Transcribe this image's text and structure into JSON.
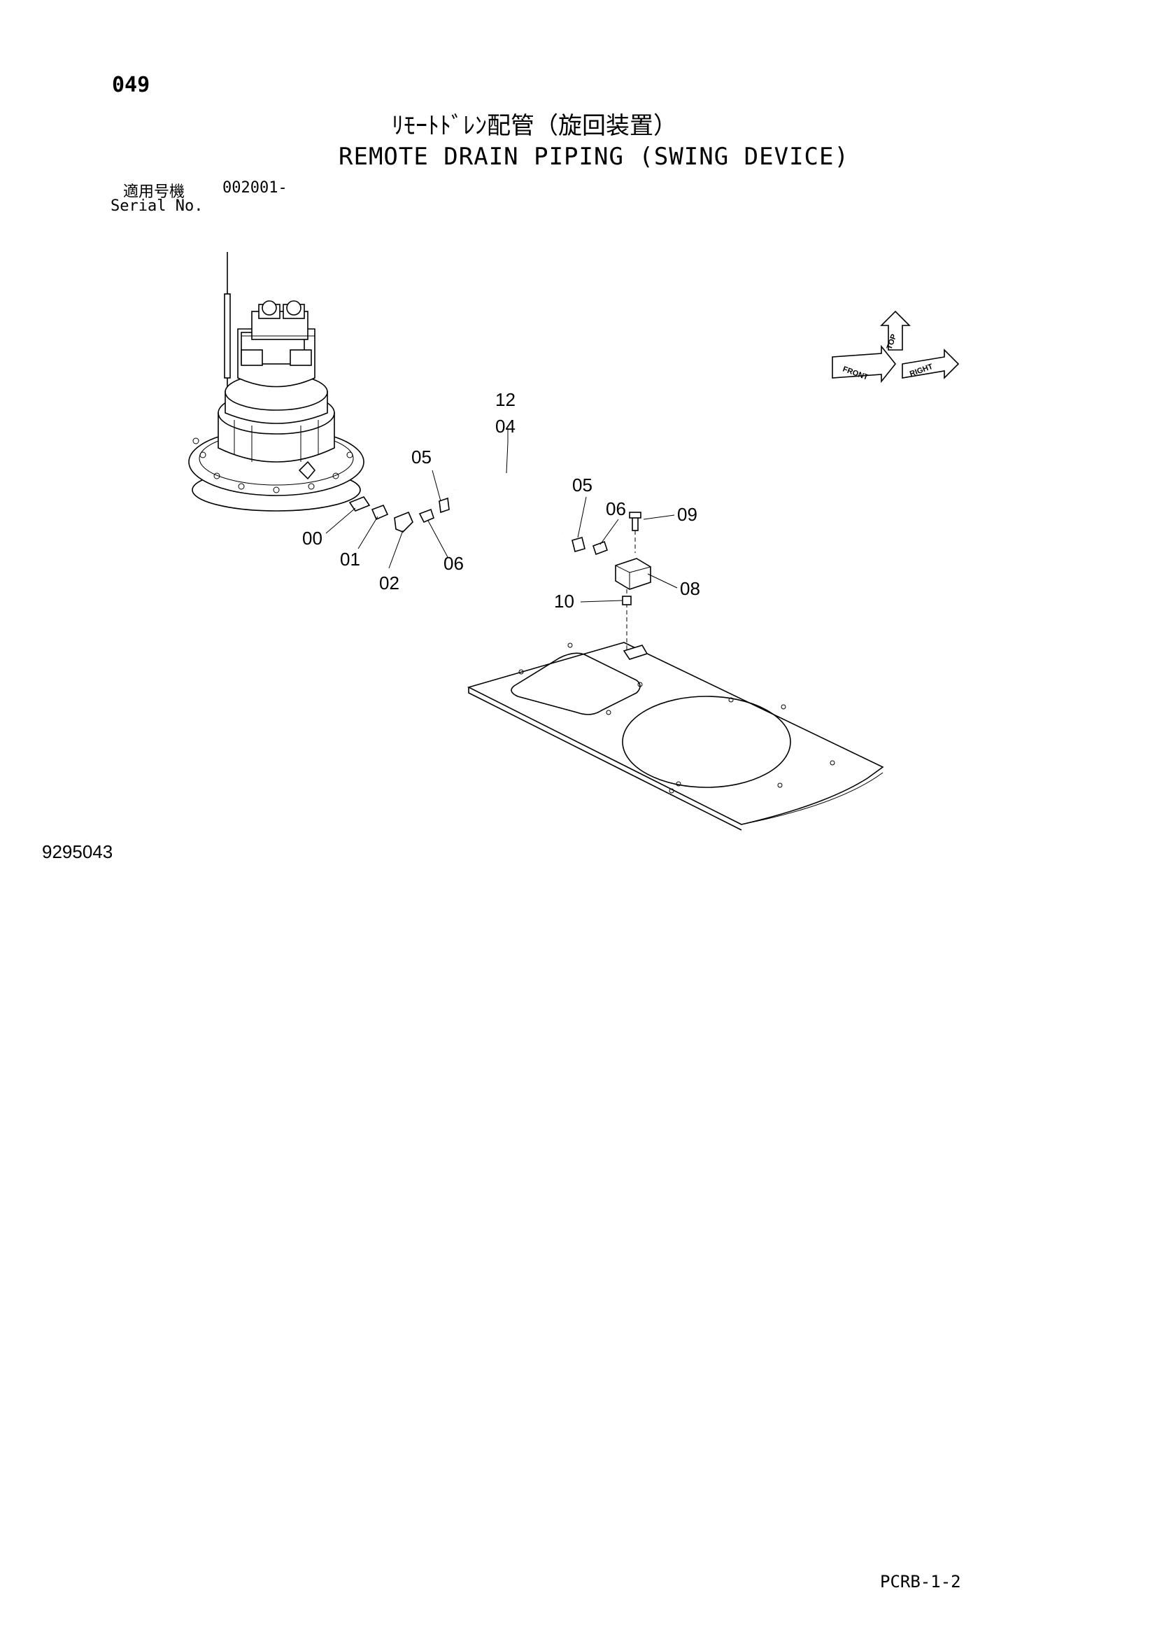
{
  "header": {
    "page_number": "049",
    "title_jp": "ﾘﾓｰﾄﾄﾞﾚﾝ配管（旋回装置）",
    "title_en": "REMOTE DRAIN PIPING (SWING DEVICE)",
    "serial_label_jp": "適用号機",
    "serial_range": "002001-",
    "serial_label_en": "Serial No."
  },
  "orientation": {
    "front": "FRONT",
    "top": "TOP",
    "right": "RIGHT"
  },
  "callouts": {
    "c00": "00",
    "c01": "01",
    "c02": "02",
    "c04": "04",
    "c05a": "05",
    "c05b": "05",
    "c06a": "06",
    "c06b": "06",
    "c08": "08",
    "c09": "09",
    "c10": "10",
    "c12": "12"
  },
  "footer": {
    "drawing_number": "9295043",
    "sheet_code": "PCRB-1-2"
  }
}
